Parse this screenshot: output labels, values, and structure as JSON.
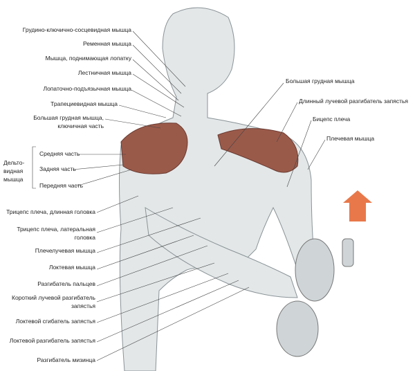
{
  "labels_left_top": [
    "Грудино-ключично-сосцевидная мышца",
    "Ременная мышца",
    "Мышца, поднимающая лопатку",
    "Лестничная мышца",
    "Лопаточно-подъязычная мышца",
    "Трапециевидная мышца",
    "Большая грудная мышца,",
    "ключичная часть"
  ],
  "deltoid": {
    "title_1": "Дельто-",
    "title_2": "видная",
    "title_3": "мышца",
    "parts": [
      "Средняя часть",
      "Задняя часть",
      "Передняя часть"
    ]
  },
  "labels_left_bottom": [
    "Трицепс плеча, длинная головка",
    "Трицепс плеча, латеральная",
    "головка",
    "Плечелучевая мышца",
    "Локтевая мышца",
    "Разгибатель пальцев",
    "Короткий лучевой разгибатель",
    "запястья",
    "Локтевой сгибатель запястья",
    "Локтевой разгибатель запястья",
    "Разгибатель мизинца"
  ],
  "labels_right": [
    "Большая грудная мышца",
    "Длинный лучевой разгибатель запястья",
    "Бицепс плеча",
    "Плечевая мышца"
  ],
  "colors": {
    "muscle_highlight": "#9a5a4a",
    "arrow": "#e8784a",
    "body": "#dfe4e6",
    "line": "#444"
  }
}
